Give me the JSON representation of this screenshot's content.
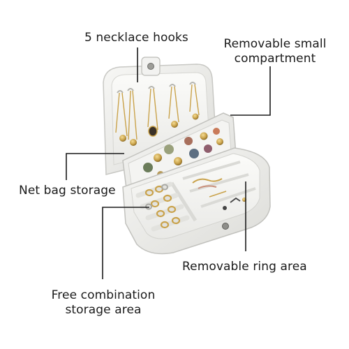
{
  "callouts": {
    "necklace_hooks": "5 necklace hooks",
    "removable_compartment": [
      "Removable small",
      "compartment"
    ],
    "net_bag": "Net bag storage",
    "ring_area": "Removable ring area",
    "free_combination": [
      "Free combination",
      "storage area"
    ]
  },
  "colors": {
    "box_shell": "#eeeeec",
    "box_lining": "#f6f6f4",
    "jewelry_gold": "#c9a24a",
    "leader_line": "#1a1a1a",
    "background": "#ffffff"
  }
}
